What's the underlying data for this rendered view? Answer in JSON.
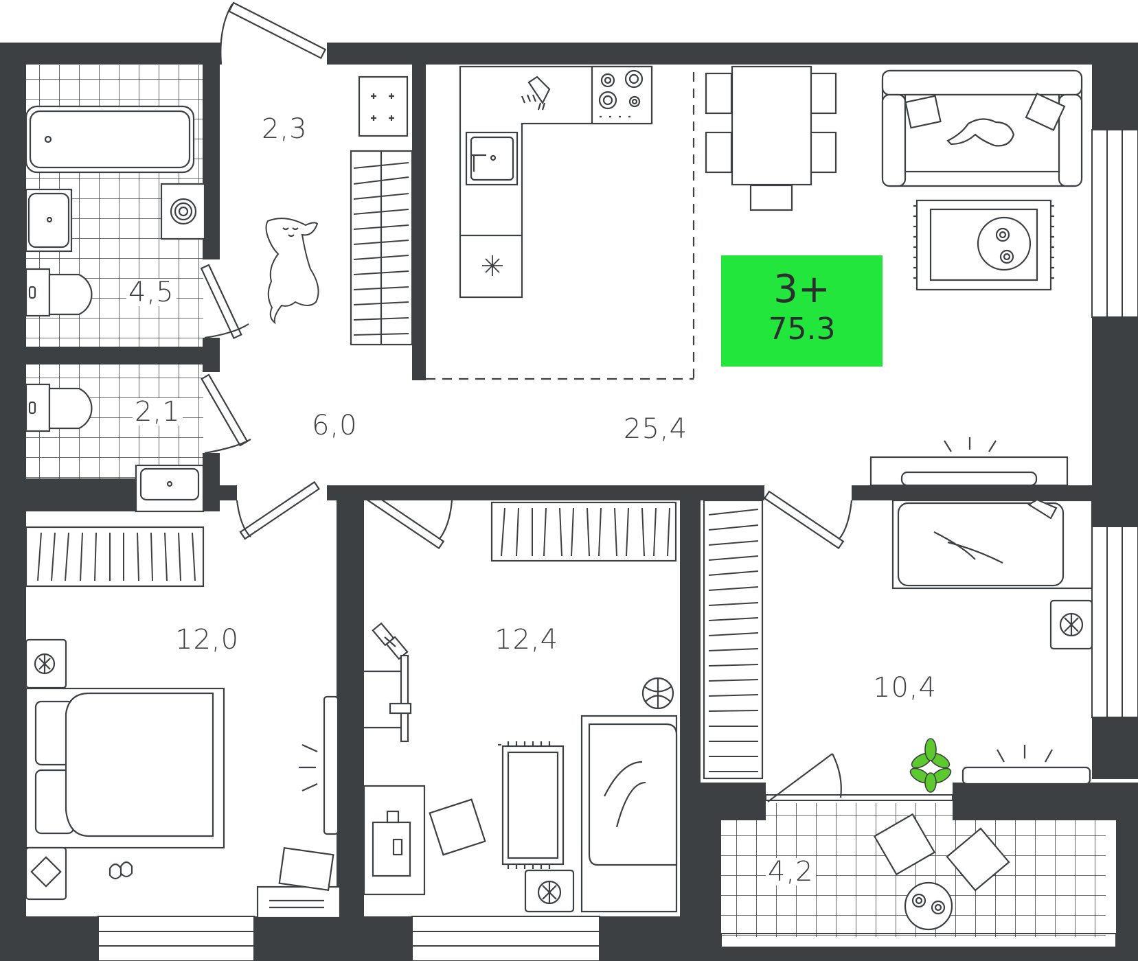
{
  "badge": {
    "rooms": "3+",
    "total_area": "75.3",
    "color": "#22e63b"
  },
  "colors": {
    "wall": "#3d4043",
    "line": "#3d4043",
    "plant": "#5cc92e"
  },
  "rooms": [
    {
      "id": "entry",
      "area": "2,3"
    },
    {
      "id": "bathroom",
      "area": "4,5"
    },
    {
      "id": "wc",
      "area": "2,1"
    },
    {
      "id": "hall",
      "area": "6,0"
    },
    {
      "id": "kitchen-living",
      "area": "25,4"
    },
    {
      "id": "bedroom-1",
      "area": "12,0"
    },
    {
      "id": "bedroom-2",
      "area": "12,4"
    },
    {
      "id": "bedroom-3",
      "area": "10,4"
    },
    {
      "id": "balcony",
      "area": "4,2"
    }
  ]
}
